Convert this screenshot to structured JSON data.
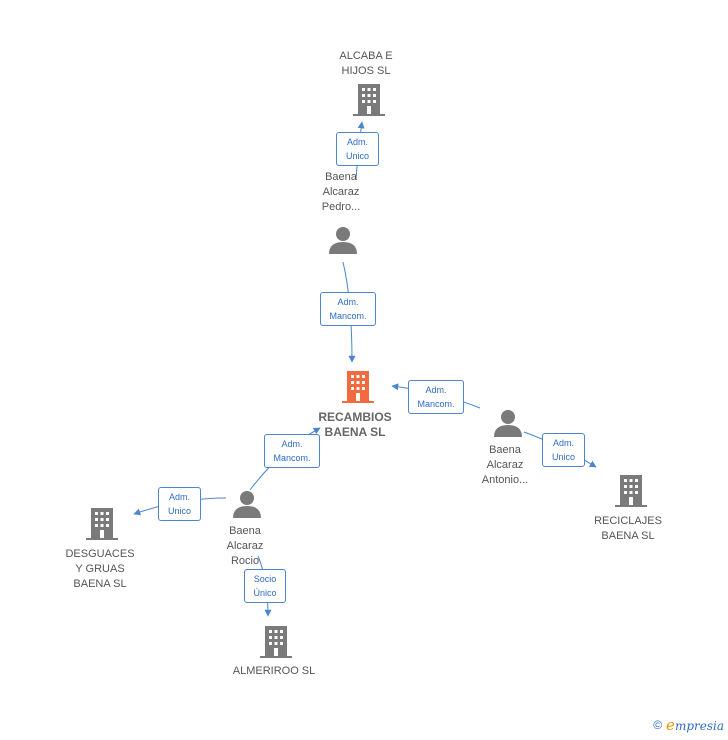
{
  "colors": {
    "building": "#7a7a7a",
    "building_center": "#f26a3d",
    "person": "#7a7a7a",
    "edge": "#4a86d0",
    "label_text": "#2b6cc4"
  },
  "nodes": {
    "alcaba": {
      "label": "ALCABA E\nHIJOS  SL",
      "icon": "building-icon"
    },
    "pedro": {
      "label": "Baena\nAlcaraz\nPedro...",
      "icon": "person-icon"
    },
    "recambios": {
      "label": "RECAMBIOS\nBAENA  SL",
      "icon": "building-icon"
    },
    "antonio": {
      "label": "Baena\nAlcaraz\nAntonio...",
      "icon": "person-icon"
    },
    "reciclajes": {
      "label": "RECICLAJES\nBAENA  SL",
      "icon": "building-icon"
    },
    "rocio": {
      "label": "Baena\nAlcaraz\nRocio",
      "icon": "person-icon"
    },
    "desguaces": {
      "label": "DESGUACES\nY GRUAS\nBAENA SL",
      "icon": "building-icon"
    },
    "almeriroo": {
      "label": "ALMERIROO  SL",
      "icon": "building-icon"
    }
  },
  "edges": {
    "pedro_alcaba": "Adm.\nUnico",
    "pedro_recambios": "Adm.\nMancom.",
    "antonio_recambios": "Adm.\nMancom.",
    "antonio_reciclajes": "Adm.\nUnico",
    "rocio_recambios": "Adm.\nMancom.",
    "rocio_desguaces": "Adm.\nUnico",
    "rocio_almeriroo": "Socio\nÚnico"
  },
  "footer": {
    "copyright": "©",
    "brand_first": "e",
    "brand_rest": "mpresia"
  }
}
